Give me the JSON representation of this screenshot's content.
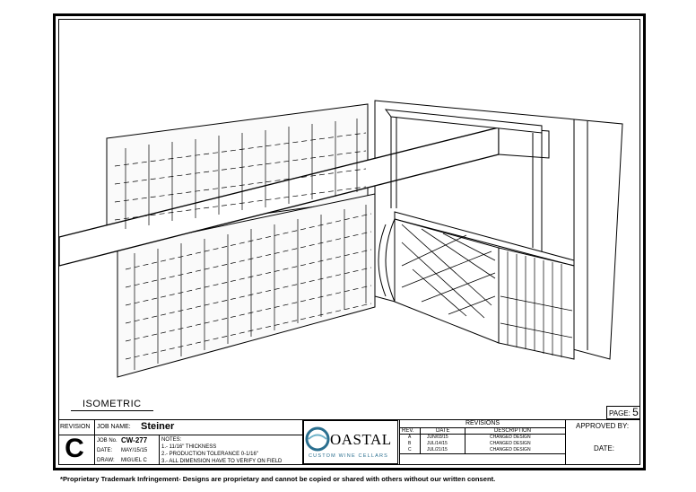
{
  "view_label": "ISOMETRIC",
  "page": {
    "label": "PAGE:",
    "number": "5"
  },
  "title_block": {
    "revision_label": "REVISION",
    "revision_letter": "C",
    "job_name_label": "JOB NAME:",
    "job_name": "Steiner",
    "job_no_label": "JOB No.",
    "job_no": "CW-277",
    "date_label": "DATE:",
    "date": "MAY/15/15",
    "draw_label": "DRAW:",
    "drawn_by": "MIGUEL C",
    "notes_label": "NOTES:",
    "notes": [
      "1.- 11/16\" THICKNESS",
      "2.- PRODUCTION TOLERANCE 0-1/16\"",
      "3.- ALL DIMENSION HAVE TO VERIFY ON FIELD"
    ]
  },
  "logo": {
    "name": "OASTAL",
    "tagline": "CUSTOM WINE CELLARS"
  },
  "revisions": {
    "title": "REVISIONS",
    "headers": [
      "REV.",
      "DATE",
      "DESCRIPTION"
    ],
    "rows": [
      [
        "A",
        "JUN/03/15",
        "CHANGED DESIGN"
      ],
      [
        "B",
        "JUL/14/15",
        "CHANGED DESIGN"
      ],
      [
        "C",
        "JUL/21/15",
        "CHANGED DESIGN"
      ]
    ]
  },
  "approval": {
    "approved_by_label": "APPROVED BY:",
    "date_label": "DATE:"
  },
  "footer": "*Proprietary Trademark Infringement- Designs are proprietary and cannot be copied or shared with others without our written consent."
}
